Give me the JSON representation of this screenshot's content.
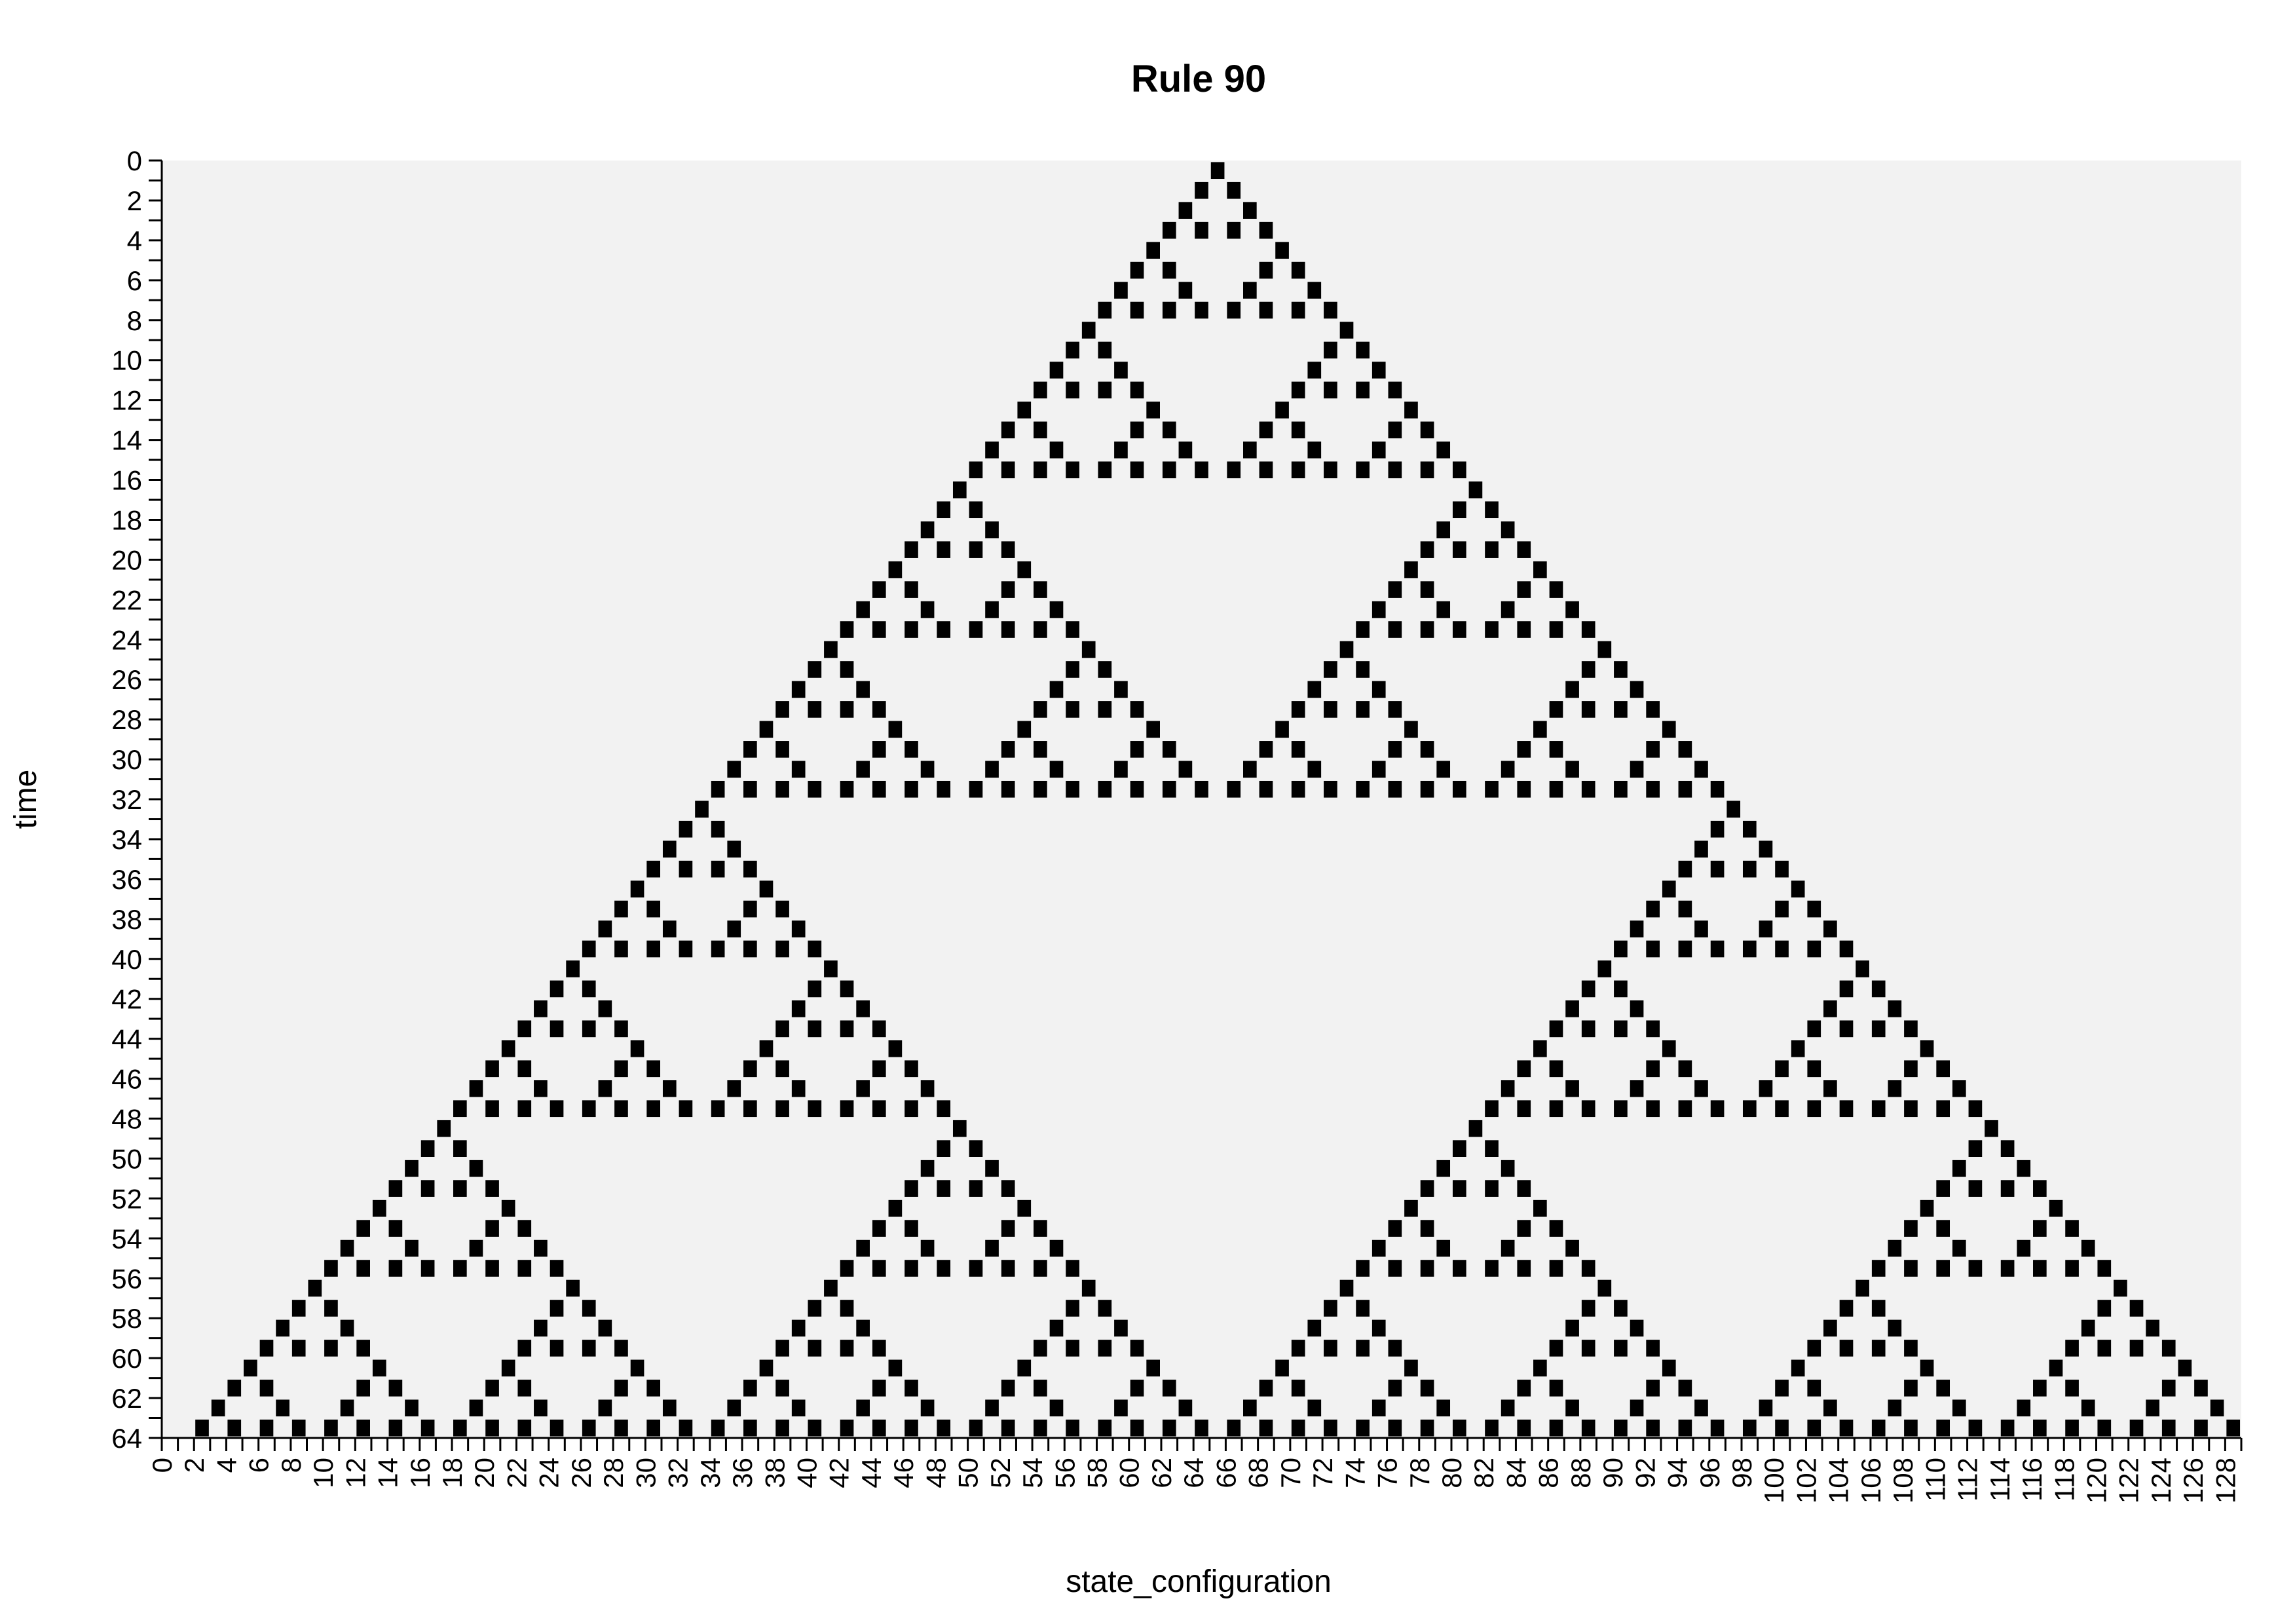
{
  "chart_data": {
    "type": "heatmap",
    "title": "Rule 90",
    "xlabel": "state_configuration",
    "ylabel": "time",
    "x_range": [
      0,
      129
    ],
    "y_range": [
      0,
      64
    ],
    "x_tick_step": 2,
    "y_tick_step": 2,
    "rule": 90,
    "cell_count": 129,
    "generations": 64,
    "initial_live_cell": 65,
    "colors": {
      "background": "#f2f2f2",
      "cell": "#000000"
    }
  }
}
